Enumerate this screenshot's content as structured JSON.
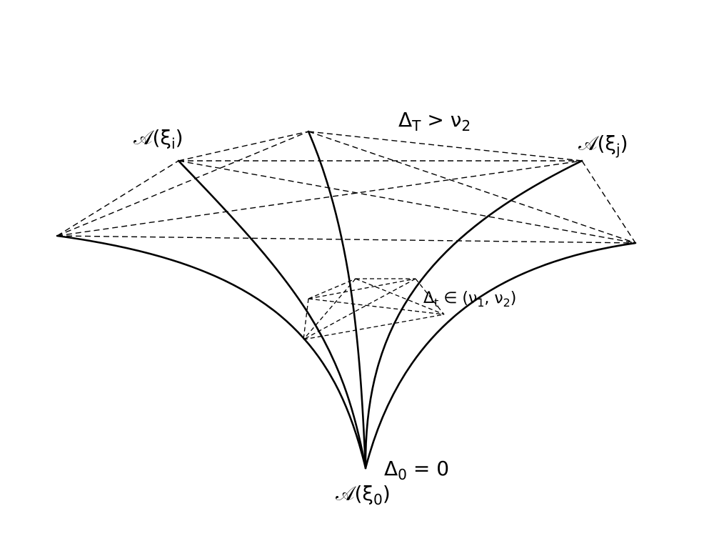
{
  "labels": {
    "root": {
      "base": "𝒜(ξ",
      "sub": "0",
      "close": ")"
    },
    "root_delta": {
      "base": "Δ",
      "sub": "0",
      "rest": " = 0"
    },
    "left_node": {
      "base": "𝒜(ξ",
      "sub": "i",
      "close": ")"
    },
    "right_node": {
      "base": "𝒜(ξ",
      "sub": "j",
      "close": ")"
    },
    "top_delta": {
      "base": "Δ",
      "sub": "T",
      "rest": " > ν",
      "sub2": "2"
    },
    "mid_delta": {
      "base": "Δ",
      "sub": "t",
      "rest": " ∈ (ν",
      "sub2": "1",
      "rest2": ", ν",
      "sub3": "2",
      "rest3": ")"
    }
  },
  "colors": {
    "stroke": "#000000",
    "background": "#ffffff"
  }
}
